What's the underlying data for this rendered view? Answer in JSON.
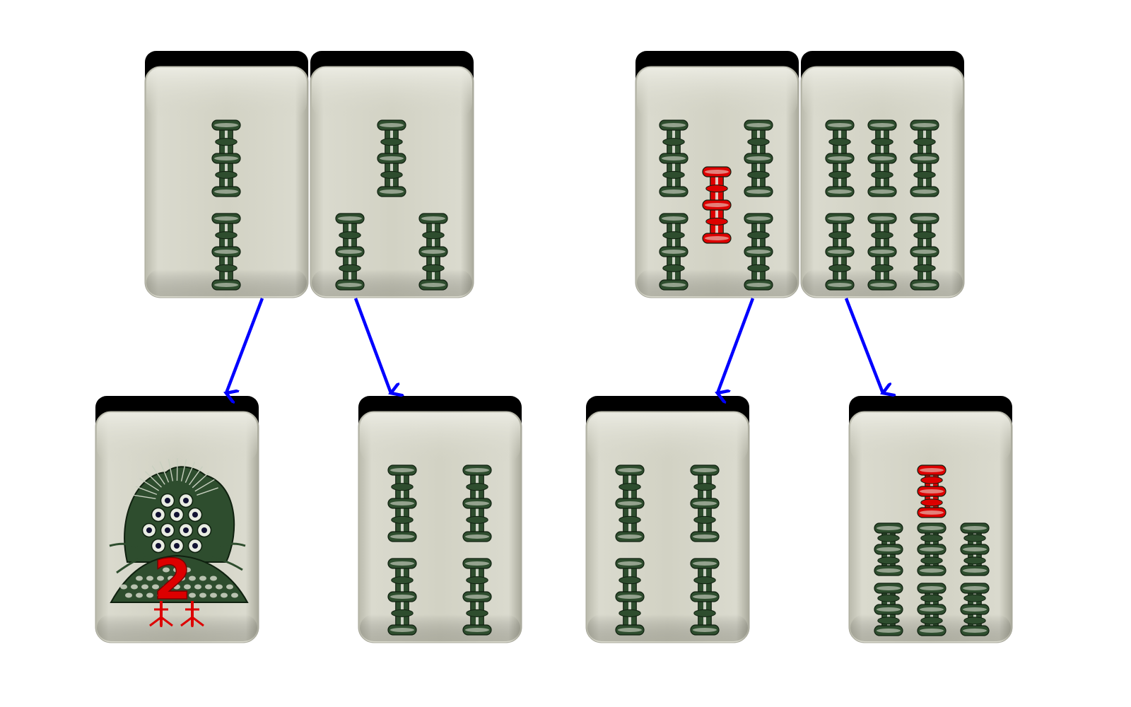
{
  "board": {
    "background": "#ffffff",
    "arrow_color": "#0000ff"
  },
  "colors": {
    "tile_face": "#d6d6c9",
    "tile_back": "#000000",
    "bamboo_green": "#2e4d2e",
    "bamboo_red": "#dd0000"
  },
  "tiles": [
    {
      "id": "source-2-bamboo",
      "suit": "bamboo",
      "rank": 2,
      "row": "top"
    },
    {
      "id": "source-3-bamboo",
      "suit": "bamboo",
      "rank": 3,
      "row": "top"
    },
    {
      "id": "source-5-bamboo",
      "suit": "bamboo",
      "rank": 5,
      "row": "top"
    },
    {
      "id": "source-6-bamboo",
      "suit": "bamboo",
      "rank": 6,
      "row": "top"
    },
    {
      "id": "result-1-bamboo",
      "suit": "bamboo",
      "rank": 1,
      "row": "bottom",
      "face_numeral": "2"
    },
    {
      "id": "result-4-bamboo",
      "suit": "bamboo",
      "rank": 4,
      "row": "bottom"
    },
    {
      "id": "result-4-bamboo-b",
      "suit": "bamboo",
      "rank": 4,
      "row": "bottom"
    },
    {
      "id": "result-7-bamboo",
      "suit": "bamboo",
      "rank": 7,
      "row": "bottom"
    }
  ],
  "arrows": [
    {
      "from": "source-2-bamboo",
      "to": "result-1-bamboo"
    },
    {
      "from": "source-3-bamboo",
      "to": "result-4-bamboo"
    },
    {
      "from": "source-5-bamboo",
      "to": "result-4-bamboo-b"
    },
    {
      "from": "source-6-bamboo",
      "to": "result-7-bamboo"
    }
  ]
}
